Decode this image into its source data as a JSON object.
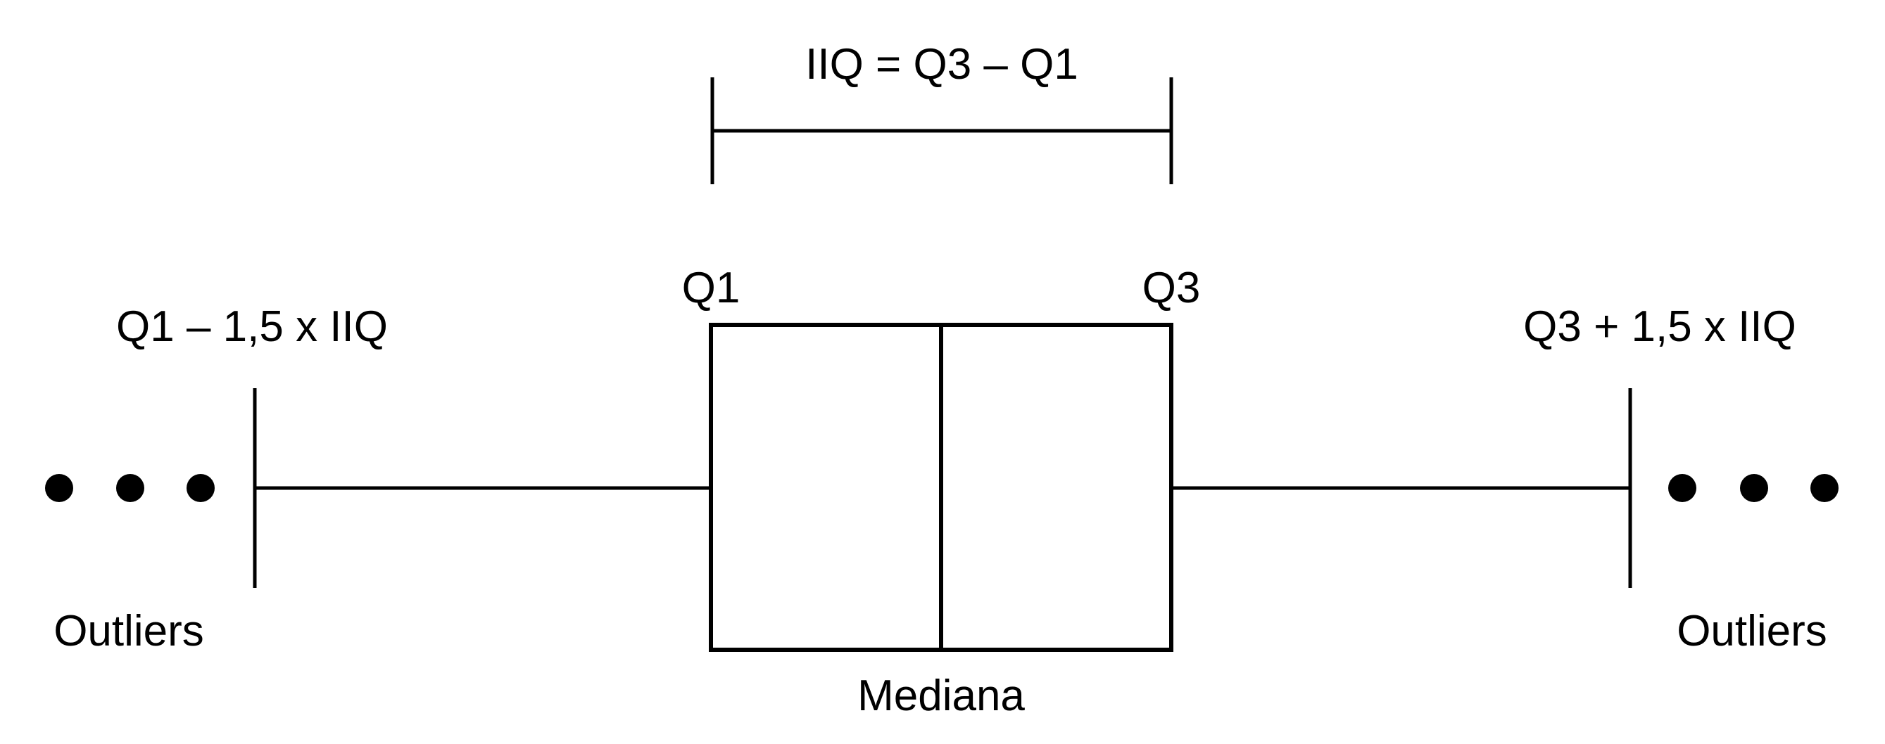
{
  "labels": {
    "iqr_formula": "IIQ = Q3 – Q1",
    "q1": "Q1",
    "q3": "Q3",
    "lower_fence": "Q1 – 1,5 x IIQ",
    "upper_fence": "Q3 + 1,5 x IIQ",
    "outliers_left": "Outliers",
    "outliers_right": "Outliers",
    "median": "Mediana"
  },
  "colors": {
    "stroke": "#000000",
    "background": "#ffffff"
  }
}
